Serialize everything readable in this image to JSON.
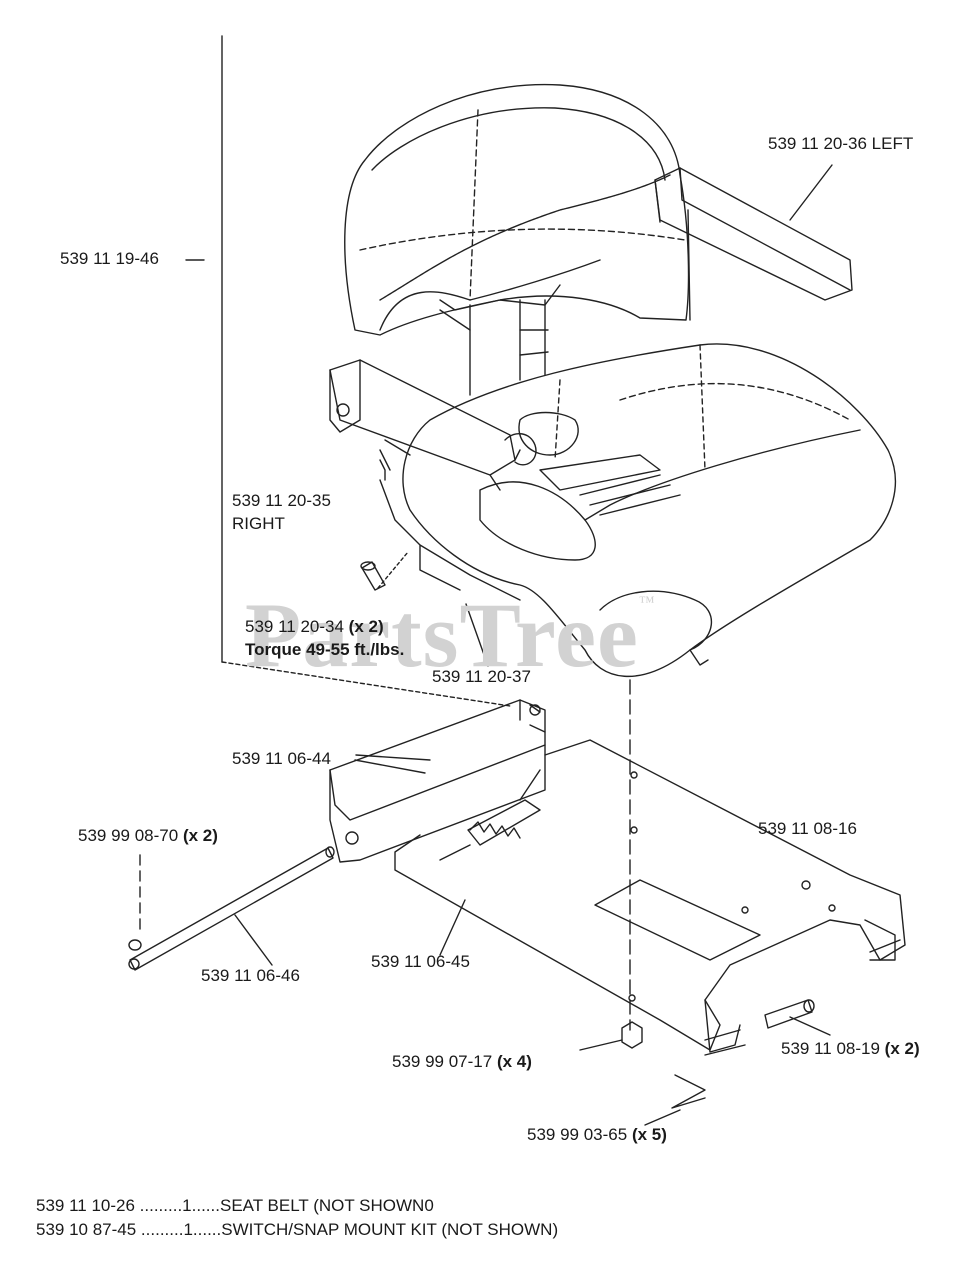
{
  "watermark": {
    "text": "PartsTree",
    "tm": "™"
  },
  "labels": {
    "seat_assembly": "539 11 19-46",
    "armrest_left": "539 11 20-36 LEFT",
    "armrest_right_part": "539 11 20-35",
    "armrest_right_side": "RIGHT",
    "bolt_part": "539 11 20-34",
    "bolt_qty": "(x 2)",
    "bolt_torque": "Torque 49-55 ft./lbs.",
    "seat_pad": "539 11 20-37",
    "slide_rail": "539 11 06-44",
    "pin_part": "539 99 08-70",
    "pin_qty": "(x 2)",
    "seat_plate": "539 11 08-16",
    "spring": "539 11 06-45",
    "rod": "539 11 06-46",
    "nut_part": "539 99 07-17",
    "nut_qty": "(x 4)",
    "bushing_part": "539 11 08-19",
    "bushing_qty": "(x 2)",
    "cotter_part": "539 99 03-65",
    "cotter_qty": "(x 5)"
  },
  "footnotes": [
    {
      "part": "539 11 10-26",
      "dots": " .........",
      "qty": "1",
      "sep": "......",
      "desc": "SEAT BELT (NOT SHOWN0"
    },
    {
      "part": "539 10 87-45",
      "dots": " .........",
      "qty": "1",
      "sep": "......",
      "desc": "SWITCH/SNAP MOUNT KIT (NOT SHOWN)"
    }
  ]
}
